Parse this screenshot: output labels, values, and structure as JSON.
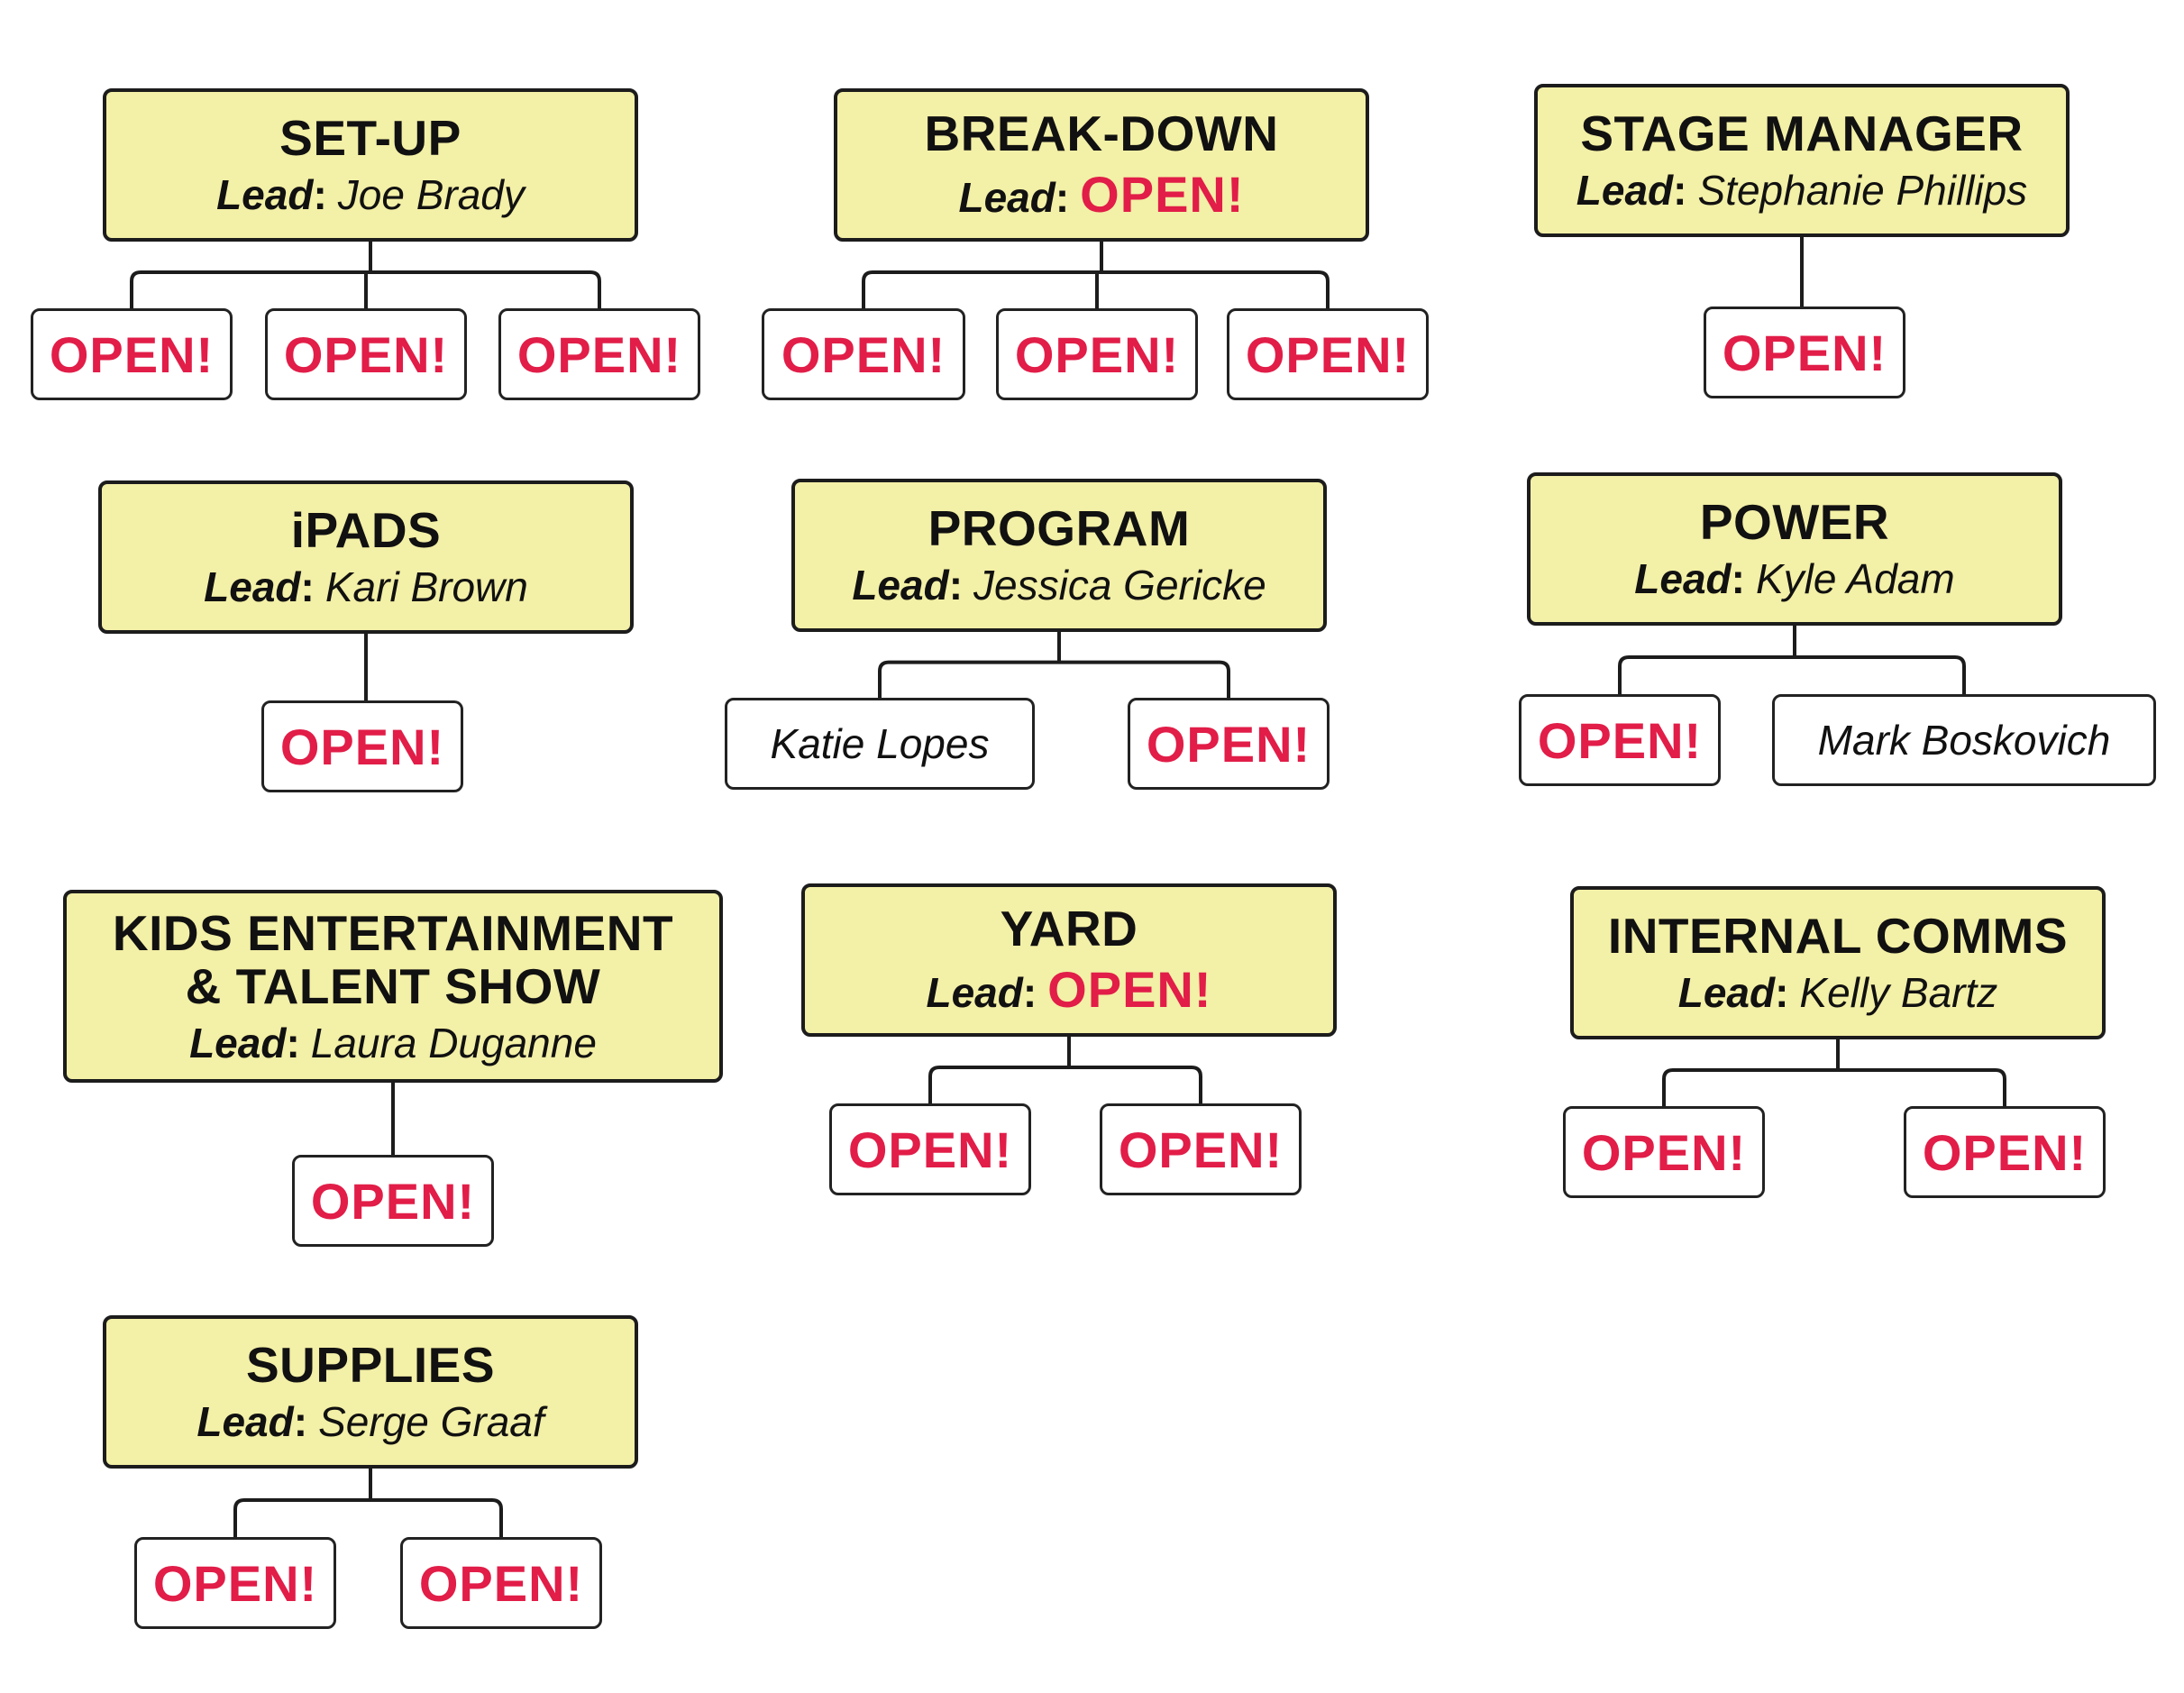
{
  "teams": [
    {
      "title": "SET-UP",
      "lead_label": "Lead",
      "lead": "Joe Brady",
      "lead_is_open": false,
      "members": [
        "OPEN!",
        "OPEN!",
        "OPEN!"
      ]
    },
    {
      "title": "BREAK-DOWN",
      "lead_label": "Lead",
      "lead": "OPEN!",
      "lead_is_open": true,
      "members": [
        "OPEN!",
        "OPEN!",
        "OPEN!"
      ]
    },
    {
      "title": "STAGE MANAGER",
      "lead_label": "Lead",
      "lead": "Stephanie Phillips",
      "lead_is_open": false,
      "members": [
        "OPEN!"
      ]
    },
    {
      "title": "iPADS",
      "lead_label": "Lead",
      "lead": "Kari Brown",
      "lead_is_open": false,
      "members": [
        "OPEN!"
      ]
    },
    {
      "title": "PROGRAM",
      "lead_label": "Lead",
      "lead": "Jessica Gericke",
      "lead_is_open": false,
      "members": [
        "Katie Lopes",
        "OPEN!"
      ]
    },
    {
      "title": "POWER",
      "lead_label": "Lead",
      "lead": "Kyle Adam",
      "lead_is_open": false,
      "members": [
        "OPEN!",
        "Mark Boskovich"
      ]
    },
    {
      "title": "KIDS ENTERTAINMENT & TALENT SHOW",
      "lead_label": "Lead",
      "lead": "Laura Duganne",
      "lead_is_open": false,
      "members": [
        "OPEN!"
      ]
    },
    {
      "title": "YARD",
      "lead_label": "Lead",
      "lead": "OPEN!",
      "lead_is_open": true,
      "members": [
        "OPEN!",
        "OPEN!"
      ]
    },
    {
      "title": "INTERNAL COMMS",
      "lead_label": "Lead",
      "lead": "Kelly Bartz",
      "lead_is_open": false,
      "members": [
        "OPEN!",
        "OPEN!"
      ]
    },
    {
      "title": "SUPPLIES",
      "lead_label": "Lead",
      "lead": "Serge Graaf",
      "lead_is_open": false,
      "members": [
        "OPEN!",
        "OPEN!"
      ]
    }
  ],
  "colors": {
    "team_box_fill": "#f3f0a7",
    "open_text": "#e11d48",
    "border": "#1c1c1c"
  }
}
